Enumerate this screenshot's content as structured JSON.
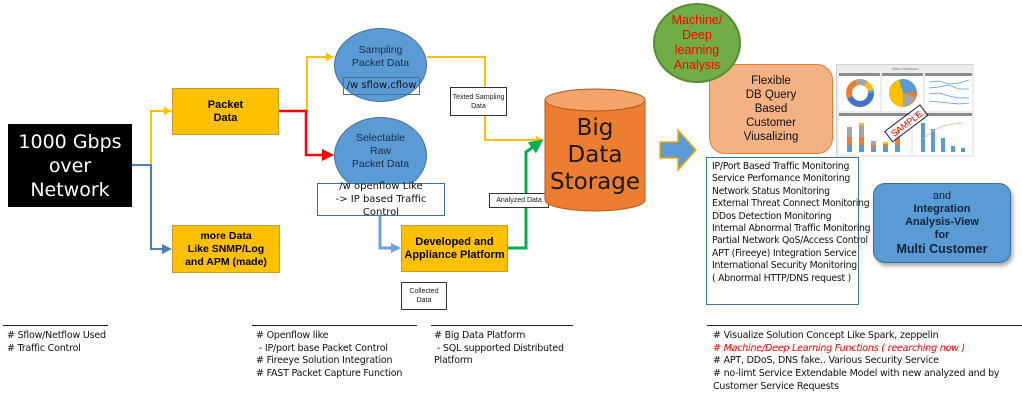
{
  "source": {
    "label_lines": [
      "1000 Gbps",
      "over",
      "Network"
    ],
    "color": "#000000"
  },
  "packet_data": {
    "lines": [
      "Packet",
      "Data"
    ],
    "color": "#ffc000"
  },
  "more_data": {
    "lines": [
      "more Data",
      "Like SNMP/Log",
      "and APM (made)"
    ],
    "color": "#ffc000"
  },
  "sampling": {
    "lines": [
      "Sampling",
      "Packet Data"
    ],
    "note": "/w sflow,cflow",
    "color": "#5b9bd5"
  },
  "raw": {
    "lines": [
      "Selectable",
      "Raw",
      "Packet Data"
    ],
    "note_lines": [
      "/w openflow Like",
      "-> IP based Traffic Control"
    ],
    "color": "#5b9bd5"
  },
  "appliance": {
    "lines": [
      "Developed and",
      "Appliance Platform"
    ],
    "color": "#ffc000"
  },
  "edge_labels": {
    "texted_sampling": [
      "Texted Sampling",
      "Data"
    ],
    "analyzed": "Analyzed Data",
    "collected": [
      "Collected",
      "Data"
    ]
  },
  "storage": {
    "lines": [
      "Big",
      "Data",
      "Storage"
    ],
    "color": "#ed7d31"
  },
  "ml": {
    "lines": [
      "Machine/",
      "Deep",
      "learning",
      "Analysis"
    ],
    "color": "#70ad47",
    "text_color": "#ff0000"
  },
  "visualizing": {
    "lines": [
      "Flexible",
      "DB Query",
      "Based",
      "Customer",
      "Viusalizing"
    ],
    "color": "#f4b183"
  },
  "dashboard": {
    "title": "Sales Dashboard",
    "stamp": "SAMPLE"
  },
  "monitoring": {
    "items": [
      "IP/Port Based Traffic Monitoring",
      "Service Perfomance Monitoring",
      "Network Status Monitoring",
      "External Threat Connect Monitoring",
      "DDos Detection Monitoring",
      "Internal Abnormal Traffic Monitoring",
      "Partial Network QoS/Access Control",
      "APT (Fireeye) Integration Service",
      "International Security Monitoring",
      "( Abnormal HTTP/DNS request )"
    ]
  },
  "integration": {
    "lines": [
      "and",
      "Integration",
      "Analysis-View",
      "for",
      "Multi Customer"
    ],
    "color": "#5b9bd5"
  },
  "footnotes": {
    "col1": [
      "# Sflow/Netflow Used",
      "# Traffic Control"
    ],
    "col2": [
      "# Openflow like",
      " - IP/port base Packet Control",
      "# Fireeye Solution Integration",
      "# FAST Packet Capture Function"
    ],
    "col3": [
      "# Big Data Platform",
      " - SQL supported Distributed",
      "Platform"
    ],
    "col4": [
      "# Visualize Solution Concept Like Spark, zeppelin",
      "# Machine/Deep Learning Functions ( reearching now )",
      "# APT, DDoS, DNS fake.. Various Security Service",
      "# no-limt Service Extendable Model with new analyzed and by",
      "Customer Service Requests"
    ]
  },
  "colors": {
    "yellow_flow": "#ffc000",
    "red_flow": "#ff0000",
    "blue_flow": "#4a7fc1",
    "green_flow": "#00b050",
    "big_arrow": "#5b9bd5"
  }
}
